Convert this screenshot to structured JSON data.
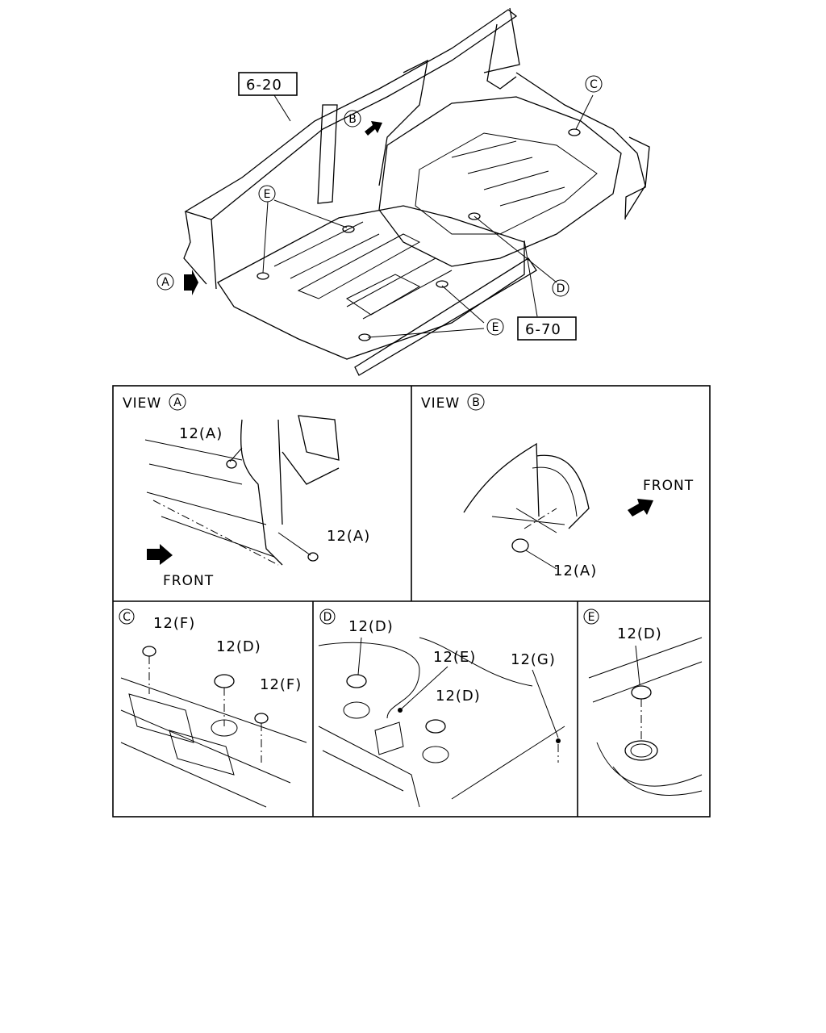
{
  "refs": {
    "top": "6-20",
    "bottom": "6-70"
  },
  "callouts": {
    "a": "A",
    "b": "B",
    "c": "C",
    "d": "D",
    "e": "E"
  },
  "views": {
    "a": {
      "title": "VIEW",
      "letter": "A",
      "part_1": "12(A)",
      "part_2": "12(A)",
      "front": "FRONT"
    },
    "b": {
      "title": "VIEW",
      "letter": "B",
      "part": "12(A)",
      "front": "FRONT"
    },
    "c": {
      "letter": "C",
      "part_f1": "12(F)",
      "part_d": "12(D)",
      "part_f2": "12(F)"
    },
    "d": {
      "letter": "D",
      "part_d1": "12(D)",
      "part_e": "12(E)",
      "part_g": "12(G)",
      "part_d2": "12(D)"
    },
    "e": {
      "letter": "E",
      "part_d": "12(D)"
    }
  }
}
